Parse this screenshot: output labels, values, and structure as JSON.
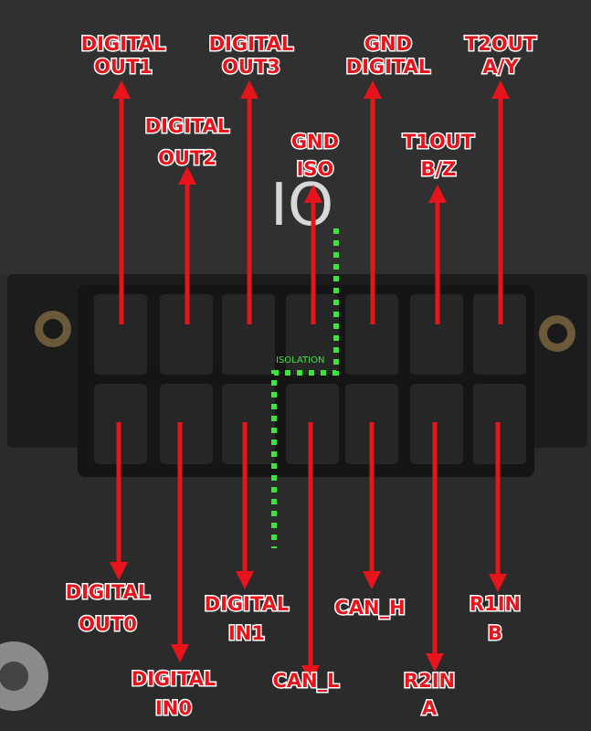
{
  "board_marking": "IO",
  "isolation_label": "ISOLATION",
  "colors": {
    "arrow": "#e8141c",
    "isolation_line": "#3ee43e",
    "label_outline": "#ffffff"
  },
  "top_pins": [
    {
      "line1": "DIGITAL",
      "line2": "OUT1"
    },
    {
      "line1": "DIGITAL",
      "line2": "OUT2"
    },
    {
      "line1": "DIGITAL",
      "line2": "OUT3"
    },
    {
      "line1": "GND",
      "line2": "ISO"
    },
    {
      "line1": "GND",
      "line2": "DIGITAL"
    },
    {
      "line1": "T1OUT",
      "line2": "B/Z"
    },
    {
      "line1": "T2OUT",
      "line2": "A/Y"
    }
  ],
  "bottom_pins": [
    {
      "line1": "DIGITAL",
      "line2": "OUT0"
    },
    {
      "line1": "DIGITAL",
      "line2": "IN0"
    },
    {
      "line1": "DIGITAL",
      "line2": "IN1"
    },
    {
      "line1": "CAN_L",
      "line2": ""
    },
    {
      "line1": "CAN_H",
      "line2": ""
    },
    {
      "line1": "R2IN",
      "line2": "A"
    },
    {
      "line1": "R1IN",
      "line2": "B"
    }
  ]
}
